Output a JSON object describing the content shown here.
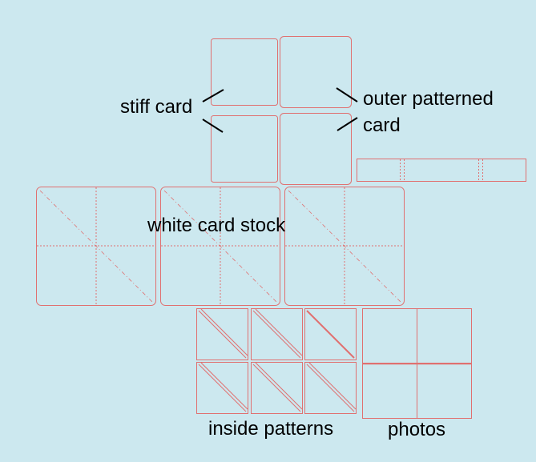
{
  "labels": {
    "stiff_card": "stiff card",
    "outer_patterned_line1": "outer patterned",
    "outer_patterned_line2": "card",
    "white_card_stock": "white card stock",
    "inside_patterns": "inside patterns",
    "photos": "photos"
  },
  "colors": {
    "background": "#cce8ef",
    "outline": "#e07070",
    "pointer": "#000000"
  }
}
